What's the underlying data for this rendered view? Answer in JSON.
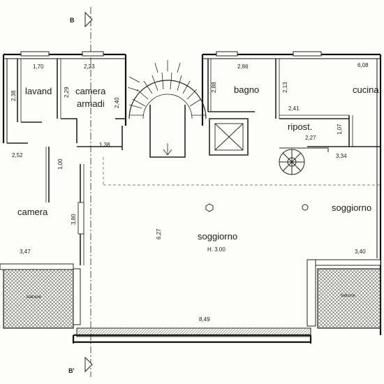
{
  "plan": {
    "section_marks": {
      "top": "B",
      "bottom": "B'"
    },
    "rooms": {
      "lavand": "lavand",
      "camera_armadi_1": "camera",
      "camera_armadi_2": "armadi",
      "bagno": "bagno",
      "cucina": "cucina",
      "ripost": "ripost.",
      "camera": "camera",
      "soggiorno_main": "soggiorno",
      "soggiorno_main_height": "H. 3.00",
      "soggiorno_right": "soggiorno",
      "balcone_left": "balcone",
      "balcone_right": "balcone"
    },
    "dimensions": {
      "lavand_w": "1,70",
      "lavand_h": "2,38",
      "armadi_w": "2,23",
      "armadi_h": "2,29",
      "armadi_h2": "2,40",
      "armadi_d": "1,38",
      "bagno_w": "2,86",
      "bagno_h": "2,88",
      "cucina_w": "6,08",
      "cucina_h": "2,13",
      "ripost_w1": "2,41",
      "ripost_w2": "2,27",
      "ripost_h": "1,07",
      "left_corridor": "2,52",
      "left_corridor_h": "1,00",
      "camera_h": "3,80",
      "camera_w": "3,47",
      "soggiorno_h": "6,27",
      "soggiorno_w": "8,49",
      "right_w": "3,34",
      "balcone_right_w": "3,40"
    }
  }
}
